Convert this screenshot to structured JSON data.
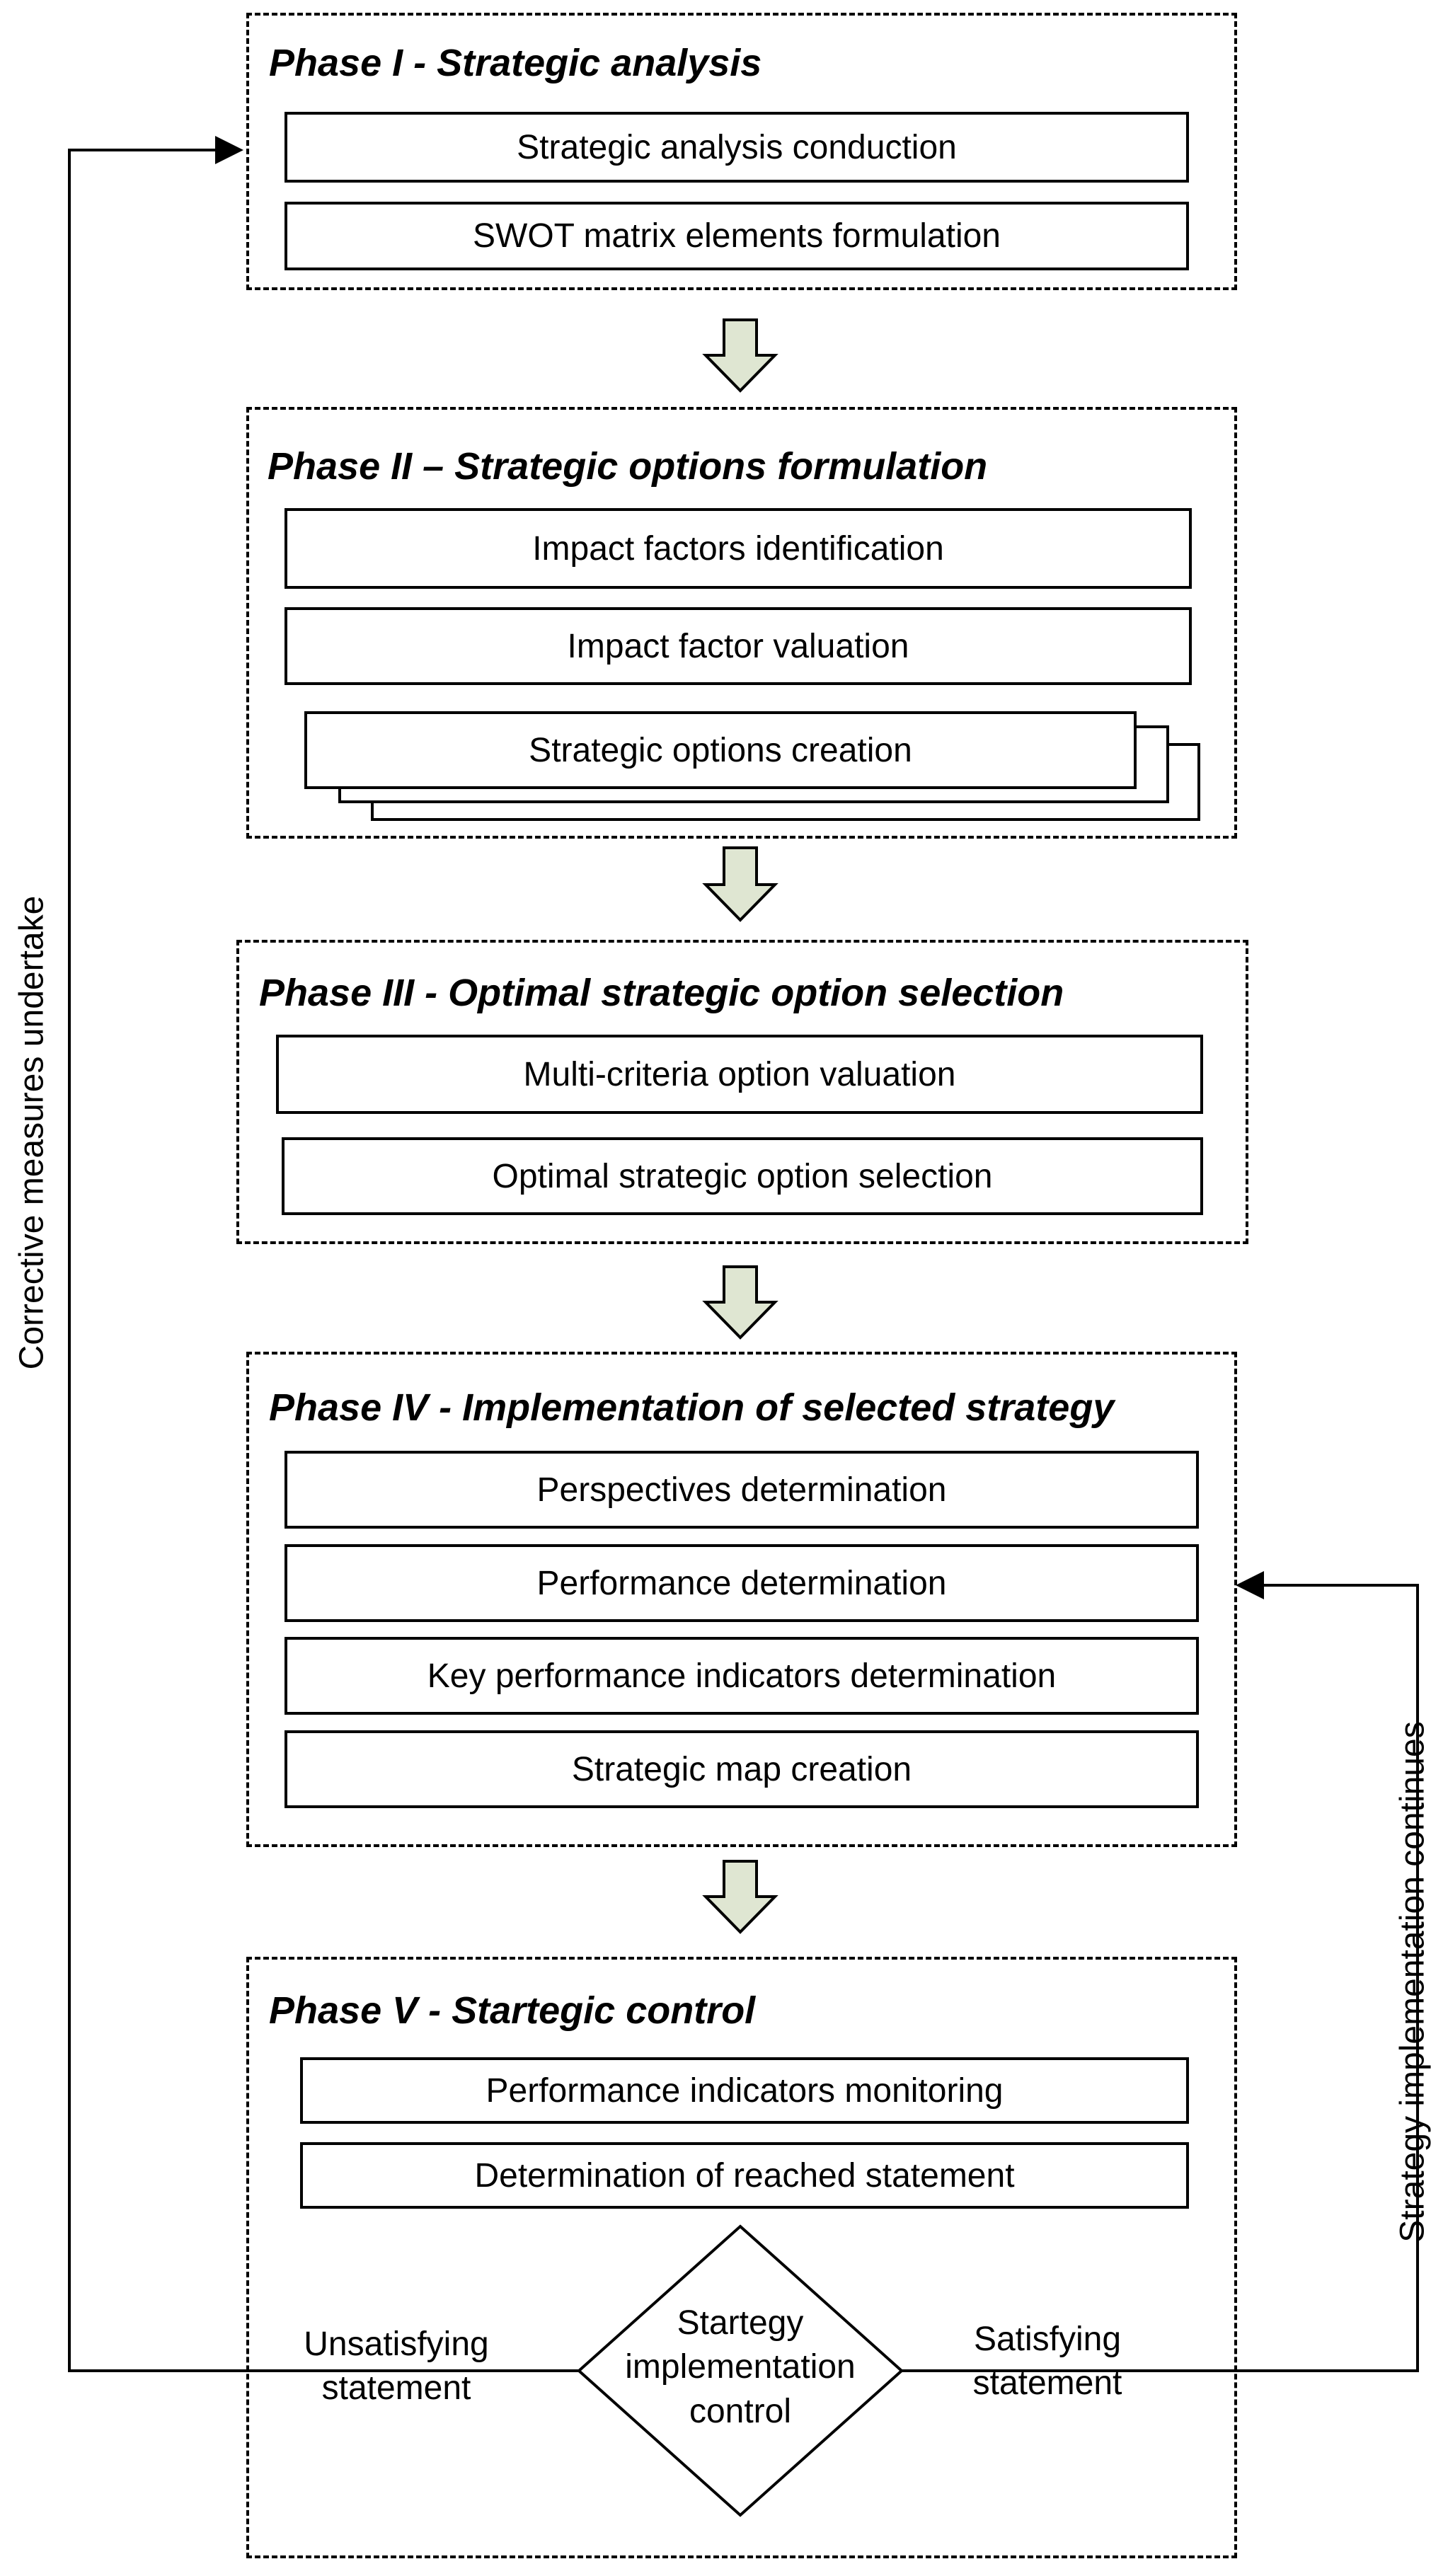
{
  "phases": [
    {
      "title": "Phase I -  Strategic analysis",
      "steps": [
        "Strategic analysis conduction",
        "SWOT matrix elements formulation"
      ]
    },
    {
      "title": "Phase II – Strategic options formulation",
      "steps": [
        "Impact factors identification",
        "Impact factor valuation",
        "Strategic options creation"
      ]
    },
    {
      "title": "Phase III - Optimal strategic option selection",
      "steps": [
        "Multi-criteria option valuation",
        "Optimal strategic option selection"
      ]
    },
    {
      "title": "Phase IV - Implementation of selected strategy",
      "steps": [
        "Perspectives determination",
        "Performance determination",
        "Key performance indicators determination",
        "Strategic map creation"
      ]
    },
    {
      "title": "Phase V - Startegic control",
      "steps": [
        "Performance indicators monitoring",
        "Determination of reached statement"
      ]
    }
  ],
  "decision": {
    "line1": "Startegy",
    "line2": "implementation",
    "line3": "control"
  },
  "labels": {
    "unsatisfying_1": "Unsatisfying",
    "unsatisfying_2": "statement",
    "satisfying_1": "Satisfying",
    "satisfying_2": "statement",
    "left_loop": "Corrective measures undertake",
    "right_loop": "Strategy implementation continues"
  },
  "colors": {
    "flow_arrow_fill": "#dfe6d2",
    "line": "#000000"
  }
}
